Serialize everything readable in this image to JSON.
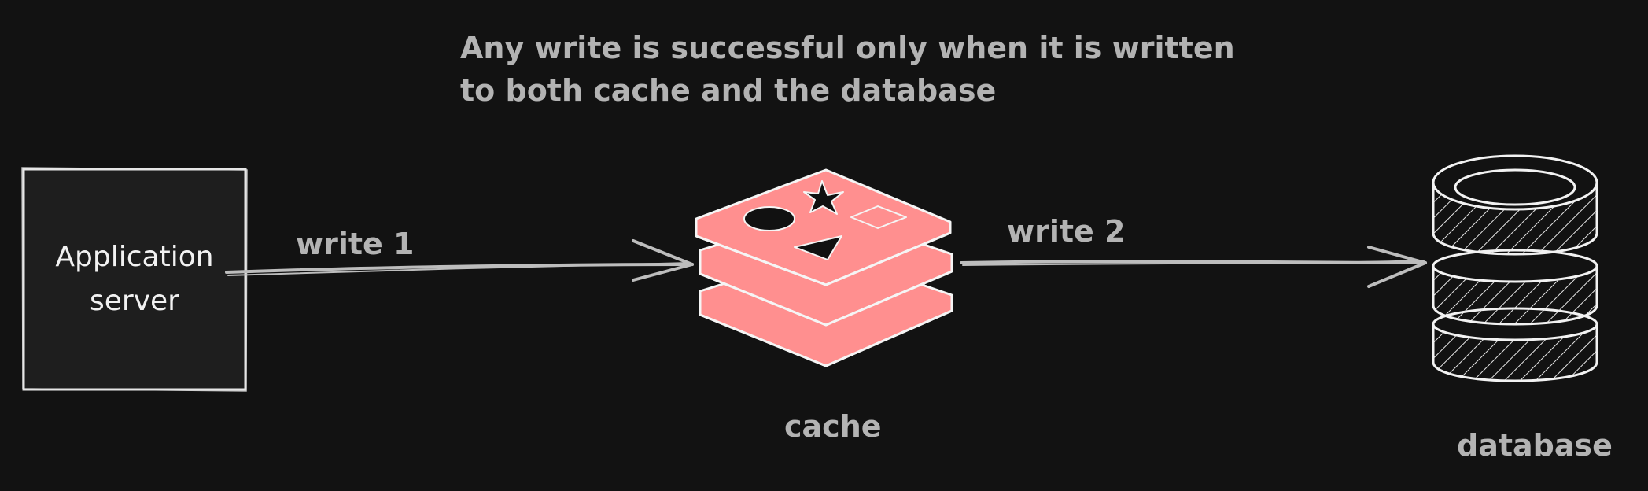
{
  "heading": "Any write is successful only when it is written to both cache and the database",
  "nodes": {
    "app_server": "Application\nserver",
    "cache": "cache",
    "database": "database"
  },
  "edges": {
    "write1": "write 1",
    "write2": "write 2"
  },
  "colors": {
    "background": "#121212",
    "text": "#b3b3b3",
    "stroke": "#e6e6e6",
    "cache_fill": "#ff8f8f",
    "app_box_fill": "#1e1e1e"
  }
}
